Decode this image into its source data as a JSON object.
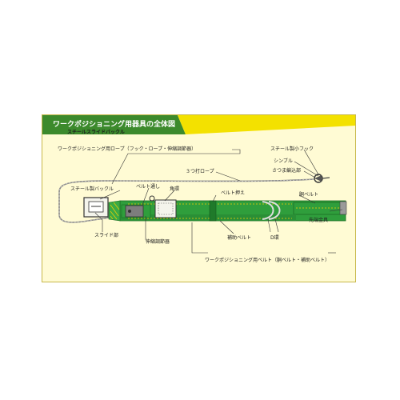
{
  "title": {
    "main": "ワークポジショニング用器具の全体図",
    "sub": "スチールスライドバックル"
  },
  "labels": {
    "rope_assembly": "ワークポジショニング用ロープ（フック・ロープ・伸縮調節器）",
    "steel_hook": "スチール製小フック",
    "thimble": "シンブル",
    "splice": "さつま編込部",
    "three_strand_rope": "３つ打ロープ",
    "steel_buckle": "スチール製バックル",
    "belt_loop": "ベルト通し",
    "square_ring": "角環",
    "belt_keeper": "ベルト押え",
    "body_belt": "胴ベルト",
    "tip_fitting": "先端金具",
    "slide_part": "スライド部",
    "adjuster": "伸縮調節器",
    "aux_belt": "補助ベルト",
    "d_ring": "D環",
    "belt_assembly": "ワークポジショニング用ベルト（胴ベルト・補助ベルト）"
  },
  "colors": {
    "frame_bg": "#fffbd4",
    "title_green": "#3c8a2c",
    "title_yellow": "#f3e100",
    "belt_green": "#2f9e3c",
    "belt_dark": "#1c6c24",
    "stitch": "#f4d000",
    "metal": "#6a6a6a"
  }
}
